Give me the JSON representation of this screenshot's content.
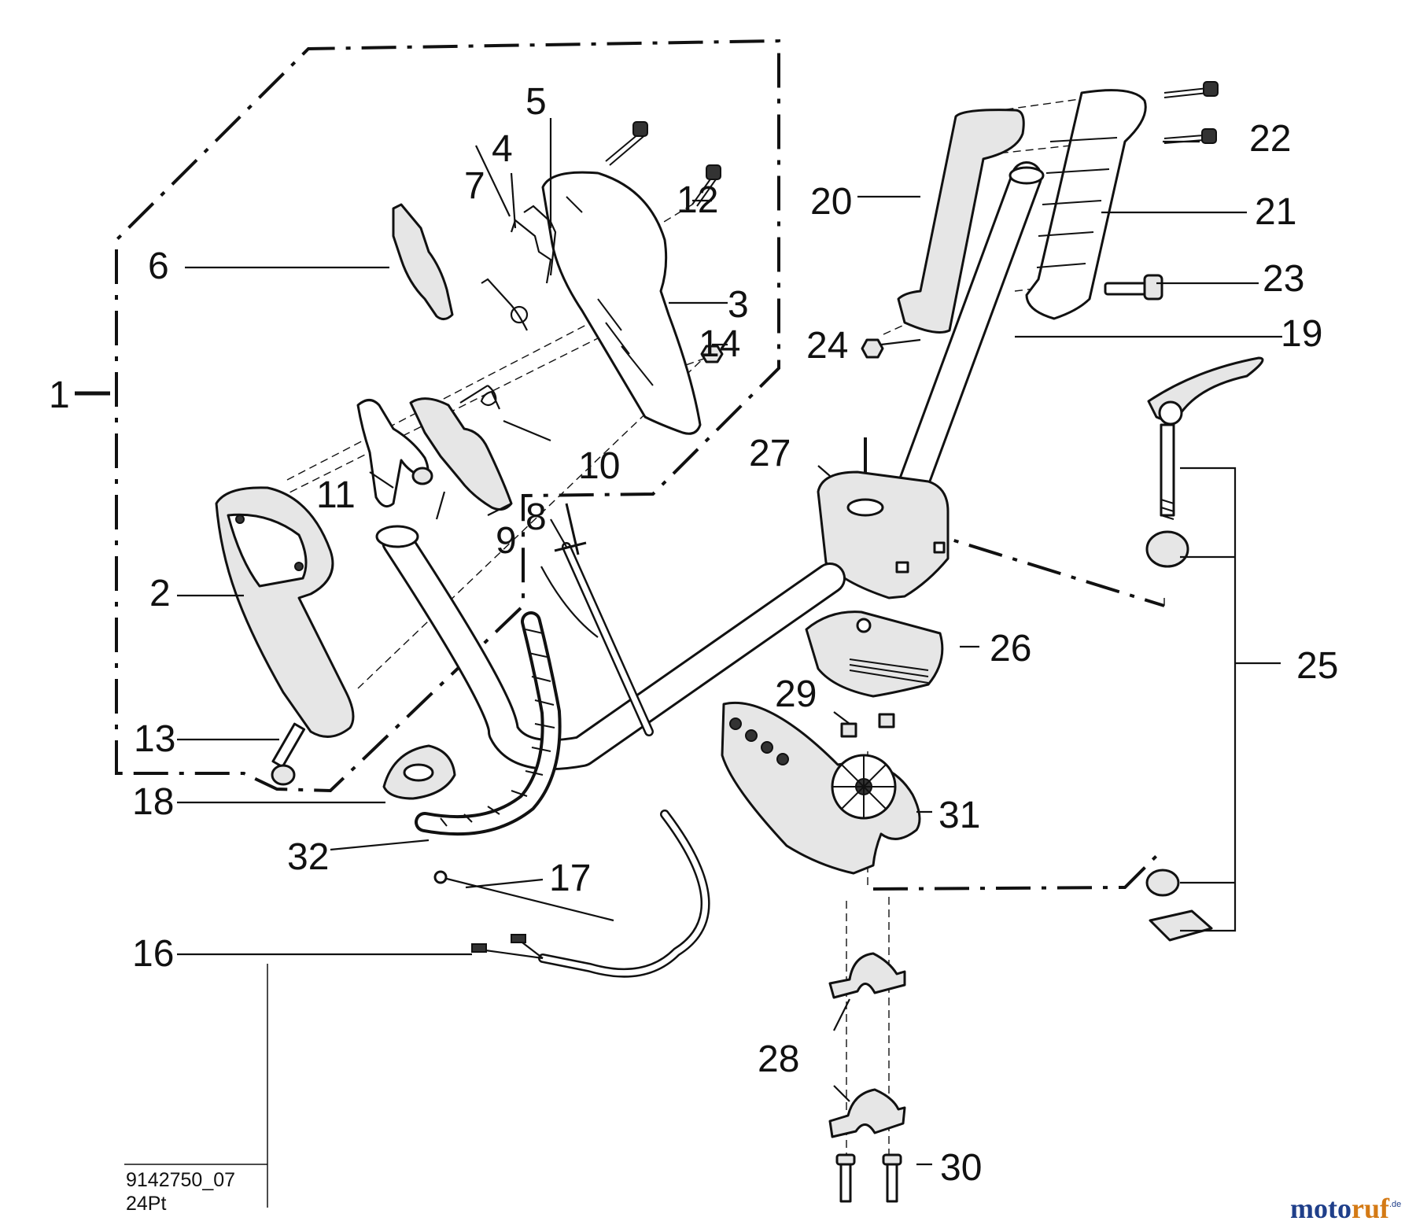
{
  "diagram": {
    "labels": [
      "1",
      "2",
      "3",
      "4",
      "5",
      "6",
      "7",
      "8",
      "9",
      "10",
      "11",
      "12",
      "13",
      "14",
      "16",
      "17",
      "18",
      "19",
      "20",
      "21",
      "22",
      "23",
      "24",
      "25",
      "26",
      "27",
      "28",
      "29",
      "30",
      "31",
      "32"
    ],
    "drawing_code": "9142750_07",
    "drawing_subcode": "24Pt",
    "watermark": {
      "part1": "moto",
      "part2": "ruf",
      "suffix": ".de"
    }
  }
}
